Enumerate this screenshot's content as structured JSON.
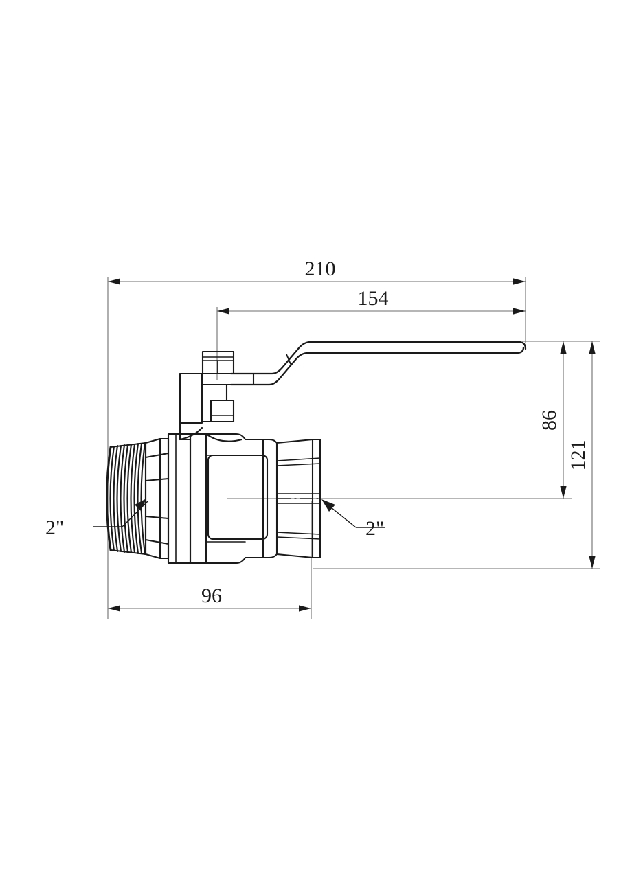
{
  "drawing": {
    "type": "technical-drawing",
    "subject": "Ball valve, lever handle, male-female threaded ends",
    "units": "mm",
    "background_color": "#ffffff",
    "line_color": "#1a1a1a",
    "thin_line_color": "#6e6e6e"
  },
  "dimensions": {
    "overall_length": {
      "label": "210",
      "orientation": "horizontal",
      "position": "top"
    },
    "handle_length": {
      "label": "154",
      "orientation": "horizontal",
      "position": "top"
    },
    "body_length": {
      "label": "96",
      "orientation": "horizontal",
      "position": "bottom"
    },
    "handle_height": {
      "label": "86",
      "orientation": "vertical-rotated",
      "position": "right-inner"
    },
    "total_height": {
      "label": "121",
      "orientation": "vertical-rotated",
      "position": "right-outer"
    }
  },
  "callouts": {
    "male_thread": {
      "label": "2\"",
      "side": "left",
      "points_to": "male-threaded-end"
    },
    "female_thread": {
      "label": "2\"",
      "side": "right",
      "points_to": "female-threaded-end"
    }
  },
  "parts": {
    "male_end": "male-threaded-nipple",
    "hex_nut": "hex-nut",
    "body": "valve-body",
    "female_end": "female-threaded-socket",
    "stem_nut": "stem-nut",
    "bracket": "handle-bracket",
    "lever": "lever-handle"
  }
}
